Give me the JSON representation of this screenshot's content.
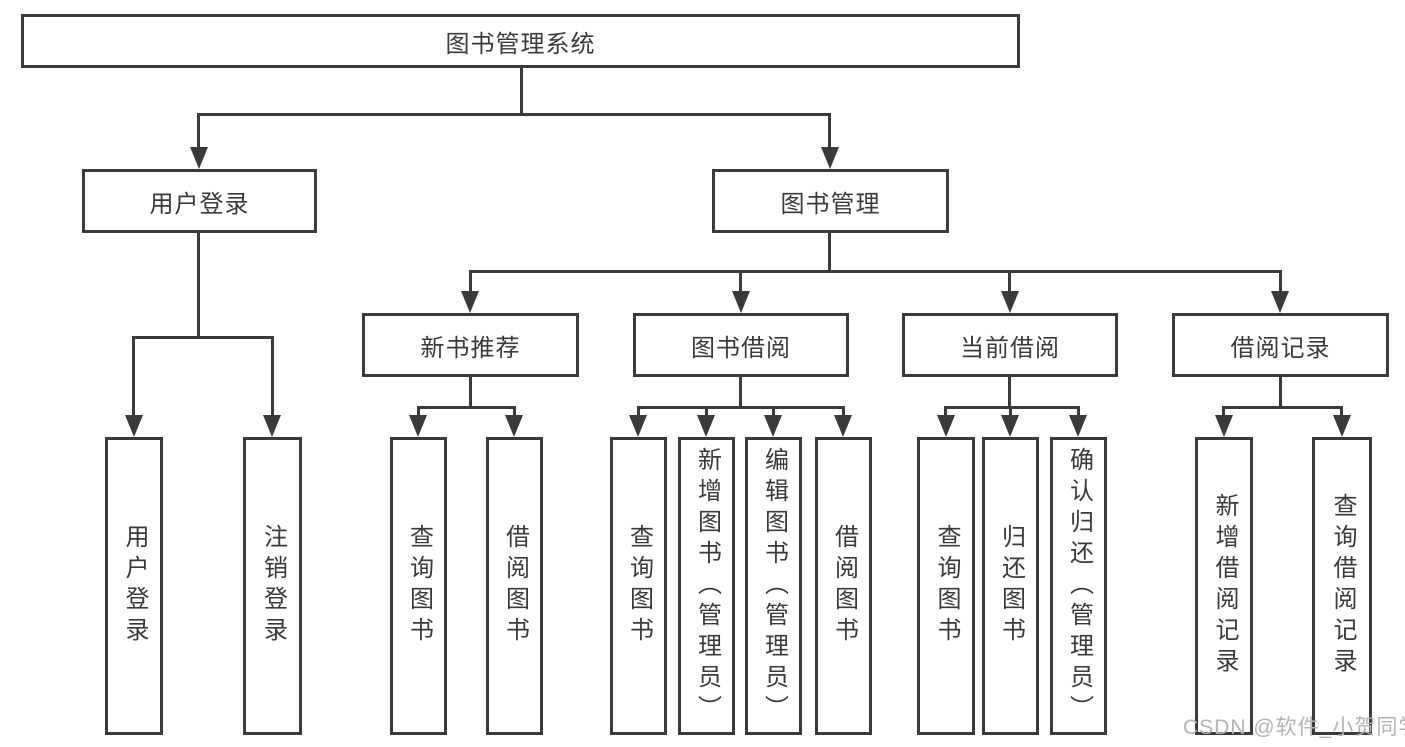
{
  "tree": {
    "root": {
      "label": "图书管理系统",
      "children": [
        {
          "label": "用户登录",
          "children": [
            {
              "label": "用户登录"
            },
            {
              "label": "注销登录"
            }
          ]
        },
        {
          "label": "图书管理",
          "children": [
            {
              "label": "新书推荐",
              "children": [
                {
                  "label": "查询图书"
                },
                {
                  "label": "借阅图书"
                }
              ]
            },
            {
              "label": "图书借阅",
              "children": [
                {
                  "label": "查询图书"
                },
                {
                  "label": "新增图书（管理员）"
                },
                {
                  "label": "编辑图书（管理员）"
                },
                {
                  "label": "借阅图书"
                }
              ]
            },
            {
              "label": "当前借阅",
              "children": [
                {
                  "label": "查询图书"
                },
                {
                  "label": "归还图书"
                },
                {
                  "label": "确认归还（管理员）"
                }
              ]
            },
            {
              "label": "借阅记录",
              "children": [
                {
                  "label": "新增借阅记录"
                },
                {
                  "label": "查询借阅记录"
                }
              ]
            }
          ]
        }
      ]
    }
  },
  "watermark": {
    "text": "CSDN @软件_小贺同学"
  },
  "colors": {
    "line": "#3a3a3a",
    "text": "#3a3a3a",
    "watermark": "#b3b3b3",
    "background": "#ffffff"
  }
}
